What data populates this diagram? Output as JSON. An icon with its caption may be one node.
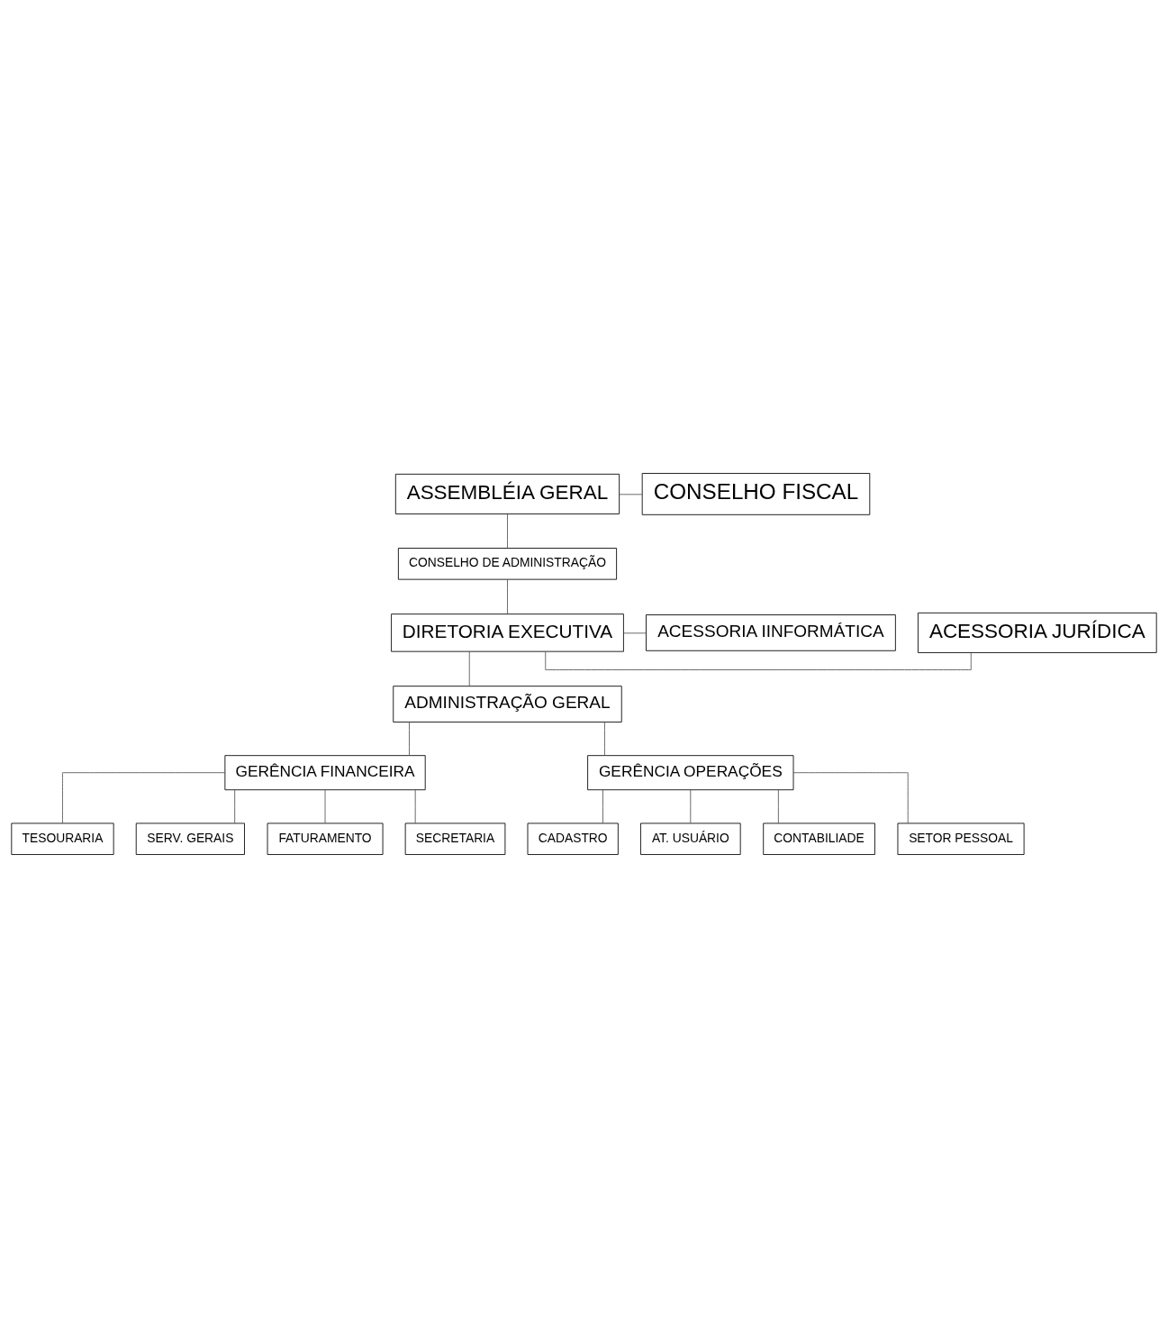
{
  "diagram": {
    "nodes": [
      {
        "text": [
          "ASSEMBLÉIA GERAL"
        ]
      },
      {
        "text": [
          "CONSELHO FISCAL"
        ]
      },
      {
        "text": [
          "CONSELHO DE ADMINISTRAÇÃO"
        ]
      },
      {
        "text": [
          "DIRETORIA EXECUTIVA"
        ]
      },
      {
        "text": [
          "ACESSORIA JURÍDICA"
        ]
      },
      {
        "text": [
          "ACESSORIA IINFORMÁTICA"
        ]
      },
      {
        "text": [
          "ADMINISTRAÇÃO GERAL"
        ]
      },
      {
        "text": [
          "GERÊNCIA FINANCEIRA"
        ]
      },
      {
        "text": [
          "GERÊNCIA OPERAÇÕES"
        ]
      },
      {
        "text": [
          "TESOURARIA"
        ]
      },
      {
        "text": [
          "SERV. GERAIS"
        ]
      },
      {
        "text": [
          "FATURAMENTO"
        ]
      },
      {
        "text": [
          "SECRETARIA"
        ]
      },
      {
        "text": [
          "CADASTRO"
        ]
      },
      {
        "text": [
          "AT. USUÁRIO"
        ]
      },
      {
        "text": [
          "CONTABILIADE"
        ]
      },
      {
        "text": [
          "SETOR PESSOAL"
        ]
      }
    ],
    "edges": [
      {
        "from": 0,
        "to": 2,
        "arrow": "none"
      },
      {
        "from": 0,
        "to": 1,
        "arrow": "none"
      },
      {
        "from": 2,
        "to": 3,
        "arrow": "none"
      },
      {
        "from": 3,
        "to": 4,
        "arrow": "none"
      },
      {
        "from": 3,
        "to": 5,
        "arrow": "none"
      },
      {
        "from": 3,
        "to": 6,
        "arrow": "none"
      },
      {
        "from": 6,
        "to": 7,
        "arrow": "none"
      },
      {
        "from": 6,
        "to": 8,
        "arrow": "none"
      },
      {
        "from": 7,
        "to": 9,
        "arrow": "none"
      },
      {
        "from": 7,
        "to": 10,
        "arrow": "none"
      },
      {
        "from": 7,
        "to": 11,
        "arrow": "none"
      },
      {
        "from": 7,
        "to": 12,
        "arrow": "none"
      },
      {
        "from": 8,
        "to": 13,
        "arrow": "none"
      },
      {
        "from": 8,
        "to": 14,
        "arrow": "none"
      },
      {
        "from": 8,
        "to": 15,
        "arrow": "none"
      },
      {
        "from": 8,
        "to": 16,
        "arrow": "none"
      }
    ]
  }
}
